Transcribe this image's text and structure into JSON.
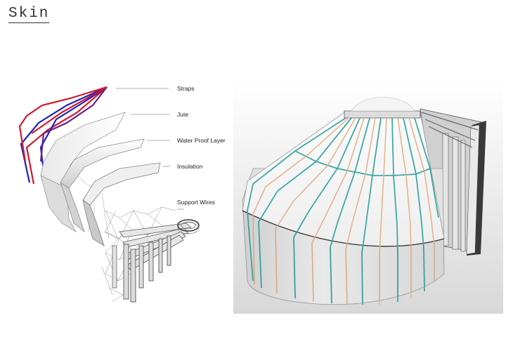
{
  "page": {
    "title": "Skin"
  },
  "exploded_view": {
    "labels": {
      "straps": "Straps",
      "jute": "Jute",
      "water_proof_layer": "Water Proof Layer",
      "insulation": "Insulation",
      "support_wires": "Support Wires"
    },
    "strap_colors": [
      "#1a23c4",
      "#d0182c",
      "#6a1f8c"
    ]
  },
  "rendered_view": {
    "strap_colors": [
      "#3fa9a6",
      "#e3b188"
    ],
    "skin_color": "#f4f4f4"
  }
}
